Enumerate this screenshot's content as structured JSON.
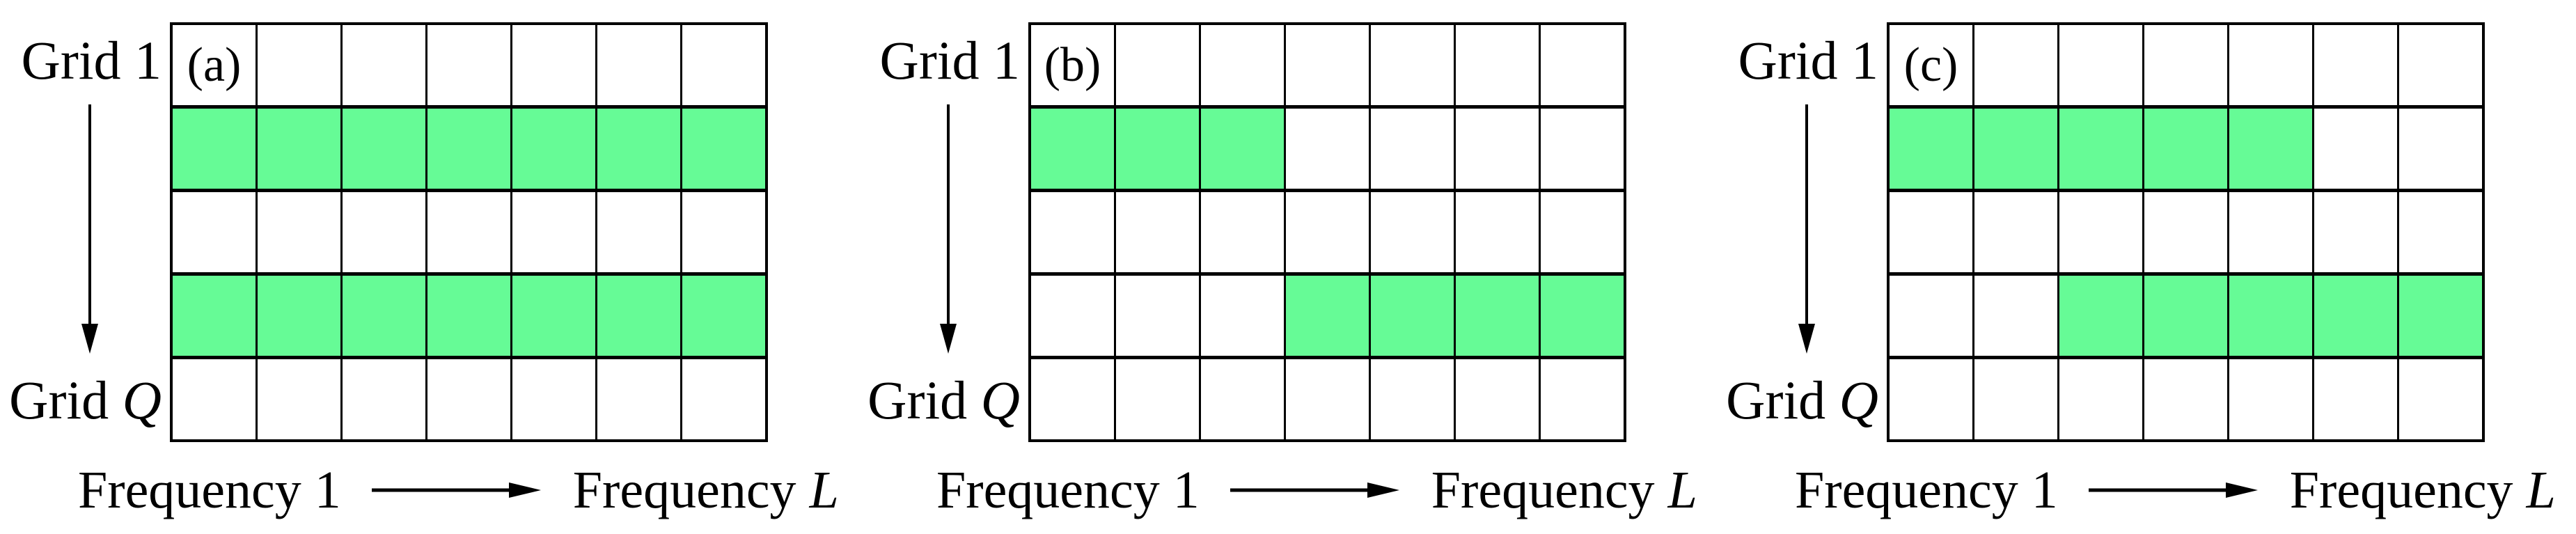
{
  "diagram": {
    "description": "Three-panel diagram of frequency-slot occupancy across spatial grids",
    "grid": {
      "rows": 5,
      "cols": 7
    },
    "colors": {
      "occupied_fill": "#66FB96",
      "line": "#000000",
      "background": "#FFFFFF"
    },
    "y_axis": {
      "top_label": "Grid 1",
      "bottom_label_prefix": "Grid ",
      "bottom_label_var": "Q"
    },
    "x_axis": {
      "left_label": "Frequency 1",
      "right_label_prefix": "Frequency ",
      "right_label_var": "L"
    },
    "panels": [
      {
        "label": "(a)",
        "green_rows": [
          {
            "row": 2,
            "col_start": 1,
            "col_end": 7
          },
          {
            "row": 4,
            "col_start": 1,
            "col_end": 7
          }
        ]
      },
      {
        "label": "(b)",
        "green_rows": [
          {
            "row": 2,
            "col_start": 1,
            "col_end": 3
          },
          {
            "row": 4,
            "col_start": 4,
            "col_end": 7
          }
        ]
      },
      {
        "label": "(c)",
        "green_rows": [
          {
            "row": 2,
            "col_start": 1,
            "col_end": 5
          },
          {
            "row": 4,
            "col_start": 3,
            "col_end": 7
          }
        ]
      }
    ]
  }
}
